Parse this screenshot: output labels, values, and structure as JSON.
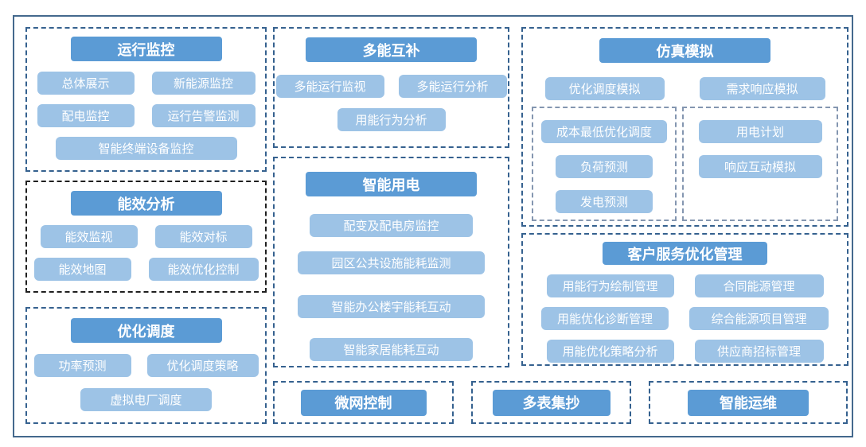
{
  "palette": {
    "header_bg": "#5B9BD5",
    "item_bg": "#9DC3E6",
    "btn_text": "#FFFFFF",
    "border_blue": "#35618F",
    "border_black": "#1F1F1F",
    "border_gray": "#8496B0",
    "frame_border": "#44698D",
    "canvas_bg": "#FFFFFF"
  },
  "panels": {
    "operation_monitoring": {
      "title": "运行监控",
      "items": [
        "总体展示",
        "新能源监控",
        "配电监控",
        "运行告警监测",
        "智能终端设备监控"
      ]
    },
    "energy_analysis": {
      "title": "能效分析",
      "items": [
        "能效监视",
        "能效对标",
        "能效地图",
        "能效优化控制"
      ]
    },
    "optimal_dispatch": {
      "title": "优化调度",
      "items": [
        "功率预测",
        "优化调度策略",
        "虚拟电厂调度"
      ]
    },
    "multi_energy": {
      "title": "多能互补",
      "items": [
        "多能运行监视",
        "多能运行分析",
        "用能行为分析"
      ]
    },
    "smart_power": {
      "title": "智能用电",
      "items": [
        "配变及配电房监控",
        "园区公共设施能耗监测",
        "智能办公楼宇能耗互动",
        "智能家居能耗互动"
      ]
    },
    "simulation": {
      "title": "仿真模拟",
      "items": [
        "优化调度模拟",
        "需求响应模拟"
      ],
      "cost_optimal_group": [
        "成本最低优化调度",
        "负荷预测",
        "发电预测"
      ],
      "plan_group": [
        "用电计划",
        "响应互动模拟"
      ]
    },
    "customer_service": {
      "title": "客户服务优化管理",
      "items": [
        "用能行为绘制管理",
        "合同能源管理",
        "用能优化诊断管理",
        "综合能源项目管理",
        "用能优化策略分析",
        "供应商招标管理"
      ]
    },
    "microgrid_control": {
      "title": "微网控制"
    },
    "multi_meter_reading": {
      "title": "多表集抄"
    },
    "smart_om": {
      "title": "智能运维"
    }
  }
}
